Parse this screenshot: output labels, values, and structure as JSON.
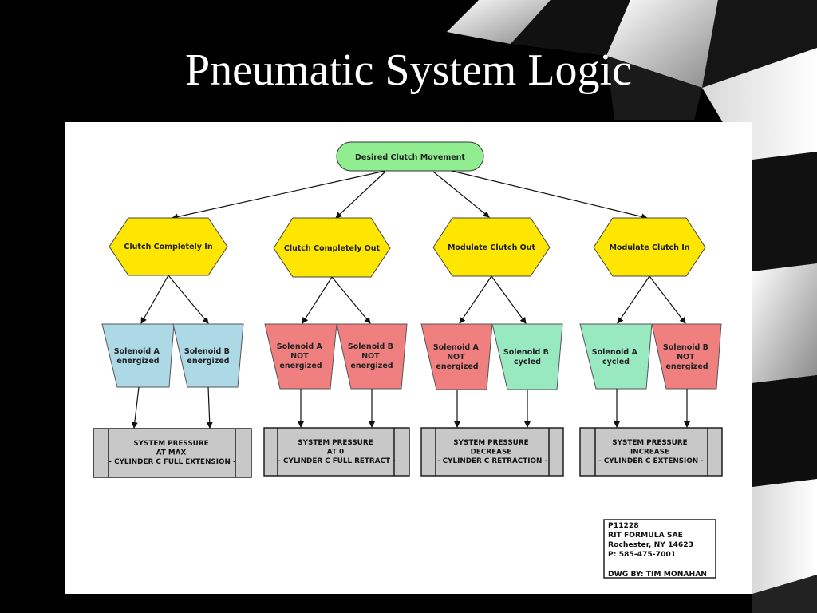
{
  "slide": {
    "title": "Pneumatic System Logic"
  },
  "colors": {
    "root_fill": "#90EE90",
    "decision_fill": "#FFE600",
    "solenoid_blue": "#ADD8E6",
    "solenoid_red": "#F08080",
    "solenoid_green": "#98E8C0",
    "result_fill": "#C8C8C8"
  },
  "diagram": {
    "root": "Desired Clutch Movement",
    "branches": [
      {
        "decision": "Clutch Completely In",
        "solenoids": [
          {
            "lines": [
              "Solenoid A",
              "energized"
            ],
            "color": "blue"
          },
          {
            "lines": [
              "Solenoid B",
              "energized"
            ],
            "color": "blue"
          }
        ],
        "result": [
          "SYSTEM PRESSURE",
          "AT MAX",
          "- CYLINDER C FULL EXTENSION -"
        ]
      },
      {
        "decision": "Clutch Completely Out",
        "solenoids": [
          {
            "lines": [
              "Solenoid A",
              "NOT",
              "energized"
            ],
            "color": "red"
          },
          {
            "lines": [
              "Solenoid B",
              "NOT",
              "energized"
            ],
            "color": "red"
          }
        ],
        "result": [
          "SYSTEM PRESSURE",
          "AT 0",
          "- CYLINDER C FULL RETRACT -"
        ]
      },
      {
        "decision": "Modulate Clutch Out",
        "solenoids": [
          {
            "lines": [
              "Solenoid A",
              "NOT",
              "energized"
            ],
            "color": "red"
          },
          {
            "lines": [
              "Solenoid B",
              "cycled"
            ],
            "color": "green"
          }
        ],
        "result": [
          "SYSTEM PRESSURE",
          "DECREASE",
          "- CYLINDER C RETRACTION -"
        ]
      },
      {
        "decision": "Modulate Clutch In",
        "solenoids": [
          {
            "lines": [
              "Solenoid A",
              "cycled"
            ],
            "color": "green"
          },
          {
            "lines": [
              "Solenoid B",
              "NOT",
              "energized"
            ],
            "color": "red"
          }
        ],
        "result": [
          "SYSTEM PRESSURE",
          "INCREASE",
          "- CYLINDER C EXTENSION -"
        ]
      }
    ]
  },
  "title_block": {
    "lines": [
      "P11228",
      "RIT FORMULA SAE",
      "Rochester, NY 14623",
      "P: 585-475-7001"
    ],
    "drawn_by": "DWG BY: TIM MONAHAN"
  }
}
